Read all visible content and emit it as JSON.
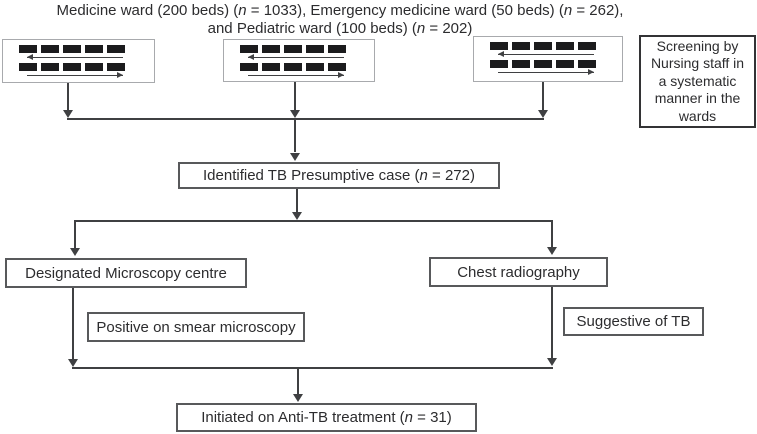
{
  "title": {
    "line1_parts": [
      "Medicine ward (200 beds) (",
      "n",
      " = 1033), Emergency medicine ward (50 beds) (",
      "n",
      " = 262),"
    ],
    "line2_parts": [
      "and Pediatric ward (100 beds) (",
      "n",
      " = 202)"
    ]
  },
  "wards": {
    "bed_rows": 2,
    "beds_per_row": 5,
    "path_directions": [
      "left",
      "right"
    ]
  },
  "screening_note": {
    "lines": [
      "Screening by",
      "Nursing staff in",
      "a systematic",
      "manner in the",
      "wards"
    ]
  },
  "nodes": {
    "identified": {
      "parts": [
        "Identified TB Presumptive case (",
        "n",
        " = 272)"
      ]
    },
    "microscopy_centre": {
      "label": "Designated Microscopy centre"
    },
    "chest_radiography": {
      "label": "Chest radiography"
    },
    "smear_positive": {
      "label": "Positive on smear microscopy"
    },
    "suggestive_tb": {
      "label": "Suggestive of TB"
    },
    "treatment": {
      "parts": [
        "Initiated on Anti-TB treatment (",
        "n",
        " = 31)"
      ]
    }
  },
  "colors": {
    "line_color": "#3f4042",
    "box_border": "#58595b",
    "ward_border": "#a8aaad",
    "screening_border": "#333335",
    "bed_fill": "#1b1b1d",
    "text_color": "#2c2c2e",
    "bg": "#ffffff"
  }
}
